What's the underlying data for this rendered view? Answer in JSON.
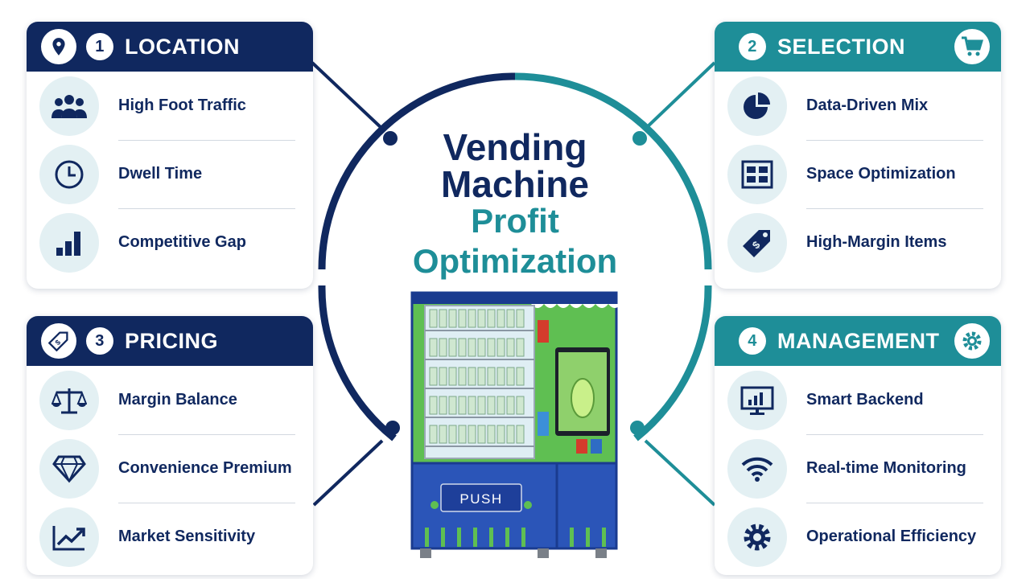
{
  "title": {
    "line1": "Vending",
    "line2": "Machine",
    "line3": "Profit",
    "line4": "Optimization"
  },
  "panels": [
    {
      "number": "1",
      "title": "LOCATION",
      "items": [
        "High Foot Traffic",
        "Dwell Time",
        "Competitive Gap"
      ]
    },
    {
      "number": "2",
      "title": "SELECTION",
      "items": [
        "Data-Driven Mix",
        "Space Optimization",
        "High-Margin Items"
      ]
    },
    {
      "number": "3",
      "title": "PRICING",
      "items": [
        "Margin Balance",
        "Convenience Premium",
        "Market Sensitivity"
      ]
    },
    {
      "number": "4",
      "title": "MANAGEMENT",
      "items": [
        "Smart Backend",
        "Real-time Monitoring",
        "Operational Efficiency"
      ]
    }
  ],
  "machine": {
    "push_label": "PUSH"
  },
  "colors": {
    "navy": "#10285f",
    "teal": "#1e8e98",
    "icon_bg": "#e3f0f3"
  }
}
